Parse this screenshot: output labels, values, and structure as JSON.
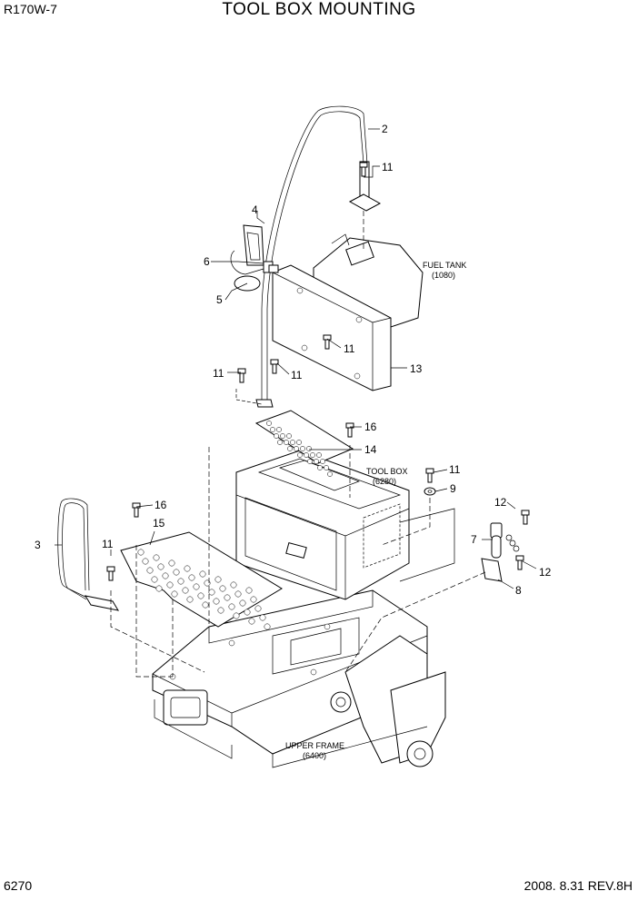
{
  "header": {
    "model": "R170W-7",
    "title": "TOOL BOX MOUNTING"
  },
  "footer": {
    "page": "6270",
    "revision": "2008.  8.31  REV.8H"
  },
  "references": {
    "fuel_tank": {
      "name": "FUEL TANK",
      "code": "(1080)"
    },
    "tool_box": {
      "name": "TOOL BOX",
      "code": "(6280)"
    },
    "upper_frame": {
      "name": "UPPER FRAME",
      "code": "(6400)"
    }
  },
  "callouts": {
    "c2": "2",
    "c11a": "11",
    "c4": "4",
    "c6": "6",
    "c5": "5",
    "c11b": "11",
    "c13": "13",
    "c11c": "11",
    "c11d": "11",
    "c16a": "16",
    "c14": "14",
    "c11e": "11",
    "c9": "9",
    "c12a": "12",
    "c16b": "16",
    "c15": "15",
    "c3": "3",
    "c11f": "11",
    "c7": "7",
    "c12b": "12",
    "c8": "8"
  }
}
